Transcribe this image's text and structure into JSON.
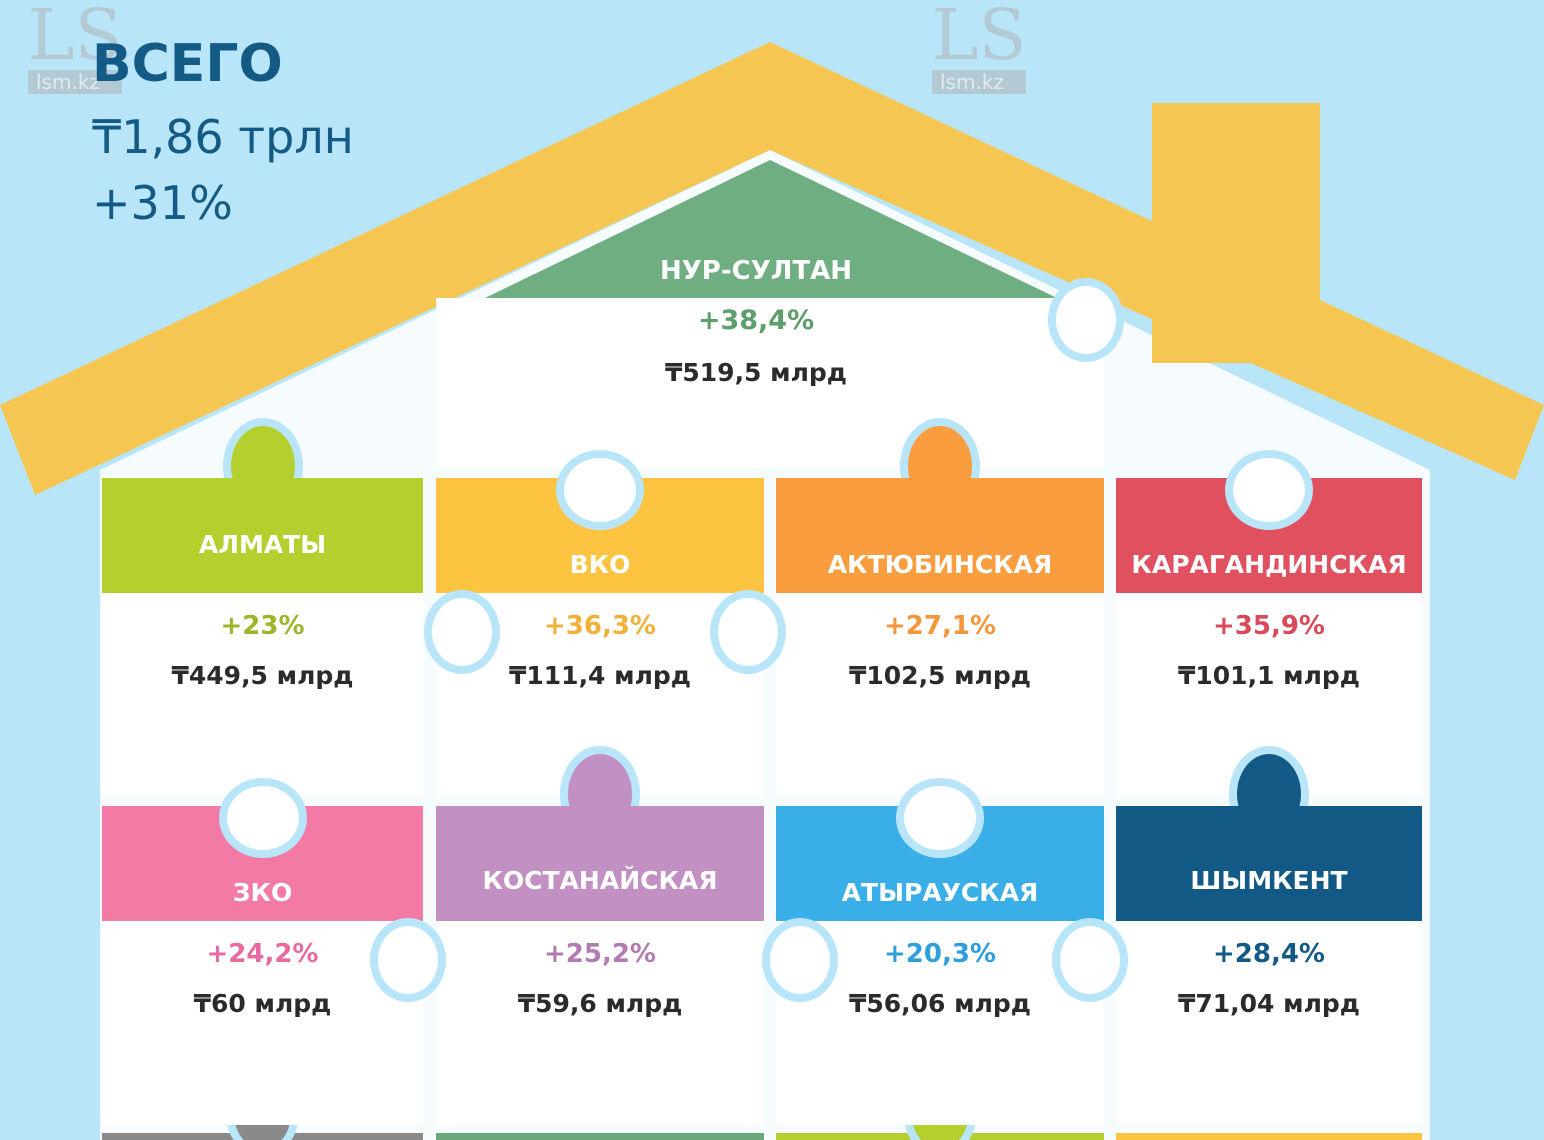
{
  "total": {
    "title": "ВСЕГО",
    "amount": "₸1,86 трлн",
    "change": "+31%"
  },
  "watermark": "LS lsm.kz",
  "colors": {
    "background": "#b8e6f8",
    "roof": "#f5c651",
    "title": "#135a85"
  },
  "capital": {
    "name": "НУР-СУЛТАН",
    "change": "+38,4%",
    "amount": "₸519,5 млрд",
    "color": "#6fae80",
    "text_color": "#5c9e6c"
  },
  "regions": [
    {
      "name": "АЛМАТЫ",
      "change": "+23%",
      "amount": "₸449,5 млрд",
      "color": "#b5cf2e",
      "text_color": "#9cb52a"
    },
    {
      "name": "ВКО",
      "change": "+36,3%",
      "amount": "₸111,4 млрд",
      "color": "#fcc440",
      "text_color": "#f0b03a"
    },
    {
      "name": "АКТЮБИНСКАЯ",
      "change": "+27,1%",
      "amount": "₸102,5 млрд",
      "color": "#f99d3f",
      "text_color": "#f5963b"
    },
    {
      "name": "КАРАГАНДИНСКАЯ",
      "change": "+35,9%",
      "amount": "₸101,1 млрд",
      "color": "#e0505e",
      "text_color": "#d94a58"
    },
    {
      "name": "ЗКО",
      "change": "+24,2%",
      "amount": "₸60 млрд",
      "color": "#f27aa5",
      "text_color": "#e96aa0"
    },
    {
      "name": "КОСТАНАЙСКАЯ",
      "change": "+25,2%",
      "amount": "₸59,6 млрд",
      "color": "#c390c4",
      "text_color": "#b27bb2"
    },
    {
      "name": "АТЫРАУСКАЯ",
      "change": "+20,3%",
      "amount": "₸56,06 млрд",
      "color": "#3aaee6",
      "text_color": "#2f9fdc"
    },
    {
      "name": "ШЫМКЕНТ",
      "change": "+28,4%",
      "amount": "₸71,04 млрд",
      "color": "#125a85",
      "text_color": "#125a85"
    }
  ],
  "bottom_row_colors": [
    "#8a8a8a",
    "#6aa77a",
    "#b5cf2e",
    "#fcc440"
  ]
}
